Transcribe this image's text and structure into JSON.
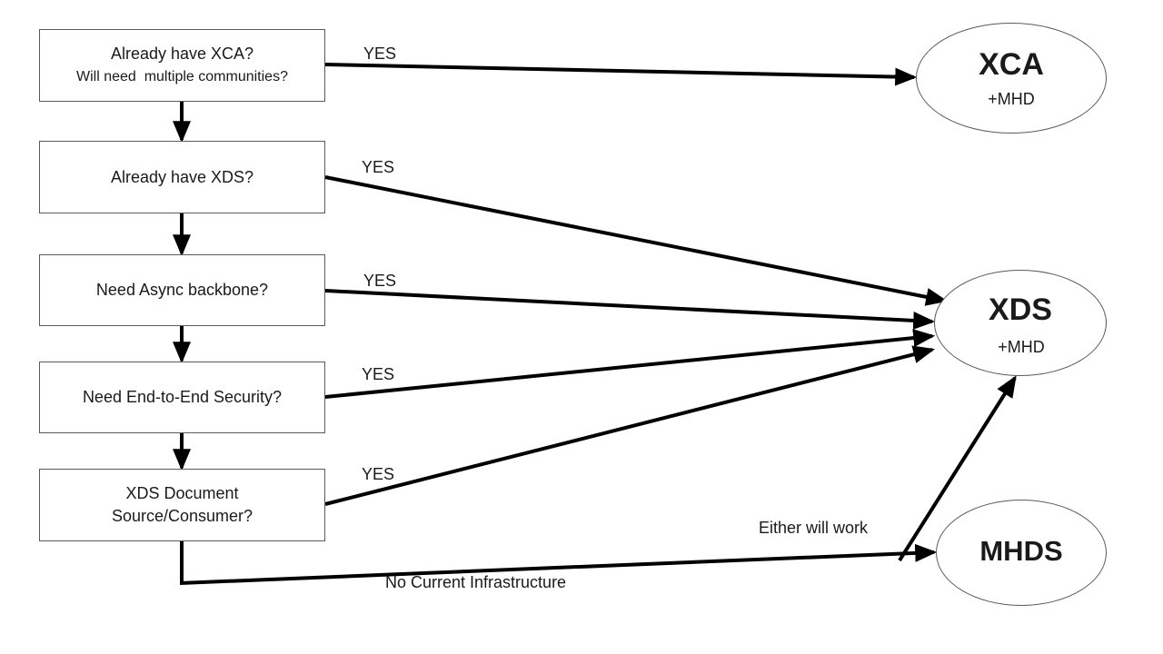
{
  "questions": [
    {
      "line1": "Already have XCA?",
      "line2": "Will need  multiple communities?"
    },
    {
      "line1": "Already have XDS?",
      "line2": ""
    },
    {
      "line1": "Need Async backbone?",
      "line2": ""
    },
    {
      "line1": "Need End-to-End Security?",
      "line2": ""
    },
    {
      "line1": "XDS Document",
      "line2": "Source/Consumer?"
    }
  ],
  "outcomes": {
    "xca": {
      "title": "XCA",
      "sub": "+MHD"
    },
    "xds": {
      "title": "XDS",
      "sub": "+MHD"
    },
    "mhds": {
      "title": "MHDS",
      "sub": ""
    }
  },
  "edge_labels": {
    "yes": "YES",
    "either": "Either will work",
    "none": "No Current Infrastructure"
  },
  "colors": {
    "line": "#000000",
    "border": "#5a5a5a",
    "text": "#1a1a1a"
  }
}
